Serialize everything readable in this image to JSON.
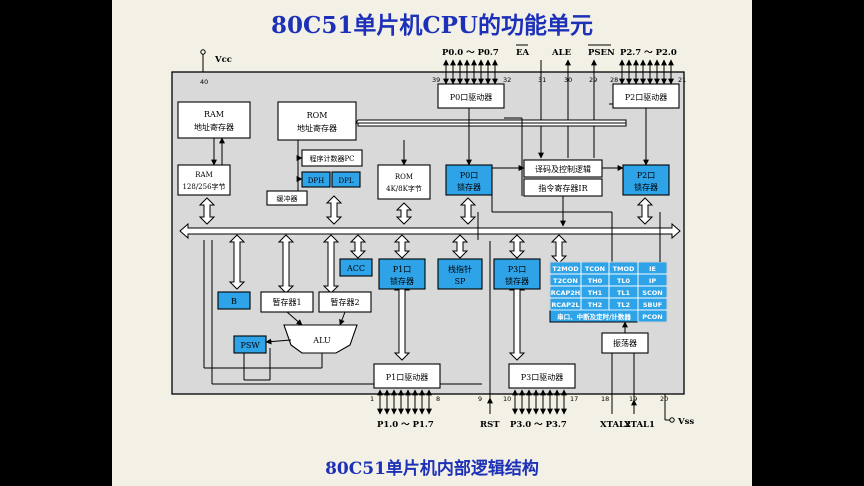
{
  "title": "80C51单片机CPU的功能单元",
  "caption": "80C51单片机内部逻辑结构",
  "pins": {
    "vcc": "Vcc",
    "vcc_num": "40",
    "vss": "Vss",
    "vss_num": "20",
    "p0": "P0.0 ～ P0.7",
    "p0_start": "39",
    "p0_end": "32",
    "p2": "P2.7 ～ P2.0",
    "p2_start": "28",
    "p2_end": "21",
    "ea": "EA",
    "ea_num": "31",
    "ale": "ALE",
    "ale_num": "30",
    "psen": "PSEN",
    "psen_num": "29",
    "p1": "P1.0 ～ P1.7",
    "p1_start": "1",
    "p1_end": "8",
    "rst": "RST",
    "rst_num": "9",
    "p3": "P3.0 ～ P3.7",
    "p3_start": "10",
    "p3_end": "17",
    "xtal2": "XTAL2",
    "xtal2_num": "18",
    "xtal1": "XTAL1",
    "xtal1_num": "19"
  },
  "blocks": {
    "ram_addr": [
      "RAM",
      "地址寄存器"
    ],
    "rom_addr": [
      "ROM",
      "地址寄存器"
    ],
    "ram": [
      "RAM",
      "128/256字节"
    ],
    "pc": "程序计数器PC",
    "dph": "DPH",
    "dpl": "DPL",
    "buffer": "缓冲器",
    "rom": [
      "ROM",
      "4K/8K字节"
    ],
    "p0_driver": "P0口驱动器",
    "p2_driver": "P2口驱动器",
    "p0_latch": [
      "P0口",
      "锁存器"
    ],
    "p2_latch": [
      "P2口",
      "锁存器"
    ],
    "decoder": "译码及控制逻辑",
    "ir": "指令寄存器IR",
    "acc": "ACC",
    "b": "B",
    "tmp1": "暂存器1",
    "tmp2": "暂存器2",
    "psw": "PSW",
    "alu": "ALU",
    "p1_latch": [
      "P1口",
      "锁存器"
    ],
    "sp": [
      "栈指针",
      "SP"
    ],
    "p3_latch": [
      "P3口",
      "锁存器"
    ],
    "oscillator": "振荡器",
    "p1_driver": "P1口驱动器",
    "p3_driver": "P3口驱动器"
  },
  "sfr_grid": [
    [
      "T2MOD",
      "TCON",
      "TMOD",
      "IE"
    ],
    [
      "T2CON",
      "TH0",
      "TL0",
      "IP"
    ],
    [
      "RCAP2H",
      "TH1",
      "TL1",
      "SCON"
    ],
    [
      "RCAP2L",
      "TH2",
      "TL2",
      "SBUF"
    ]
  ],
  "sfr_footer": "串口、中断及定时/计数器",
  "sfr_pcon": "PCON"
}
